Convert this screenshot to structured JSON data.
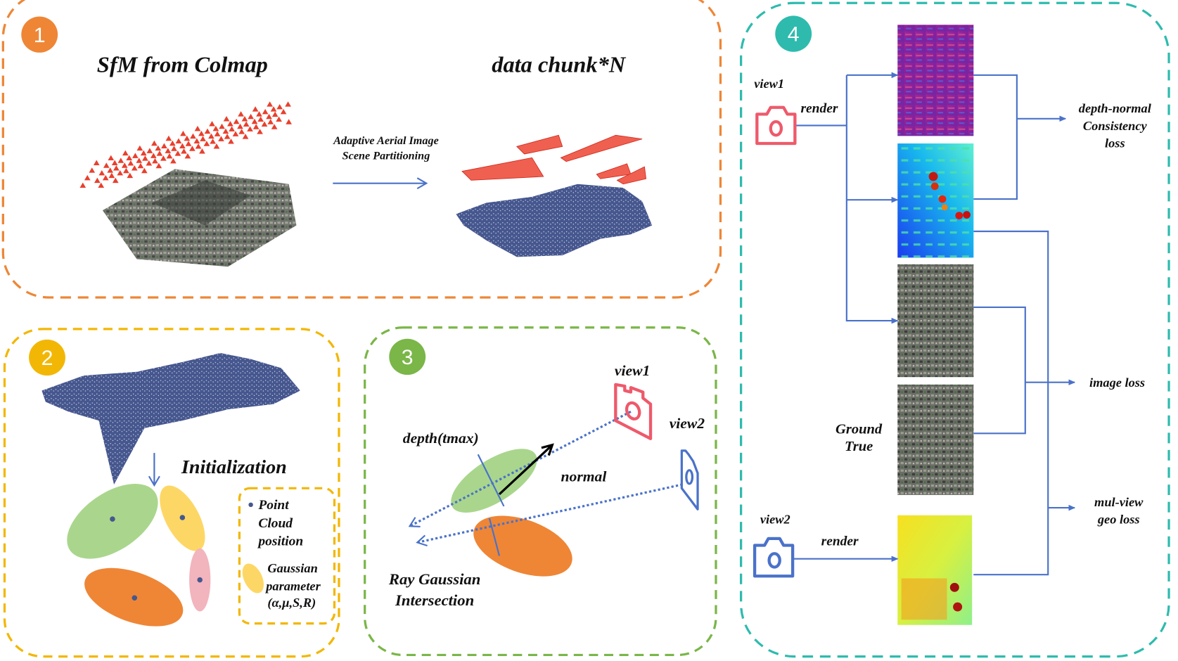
{
  "colors": {
    "panel1": "#EE8636",
    "panel2": "#F2B705",
    "panel3": "#7AB648",
    "panel4": "#2EBBAE",
    "arrow": "#4A72C9",
    "point_cloud": "#46578F",
    "camera_view1": "#EE5A6B",
    "camera_view2": "#4A72C9",
    "green_gaussian": "#A9D68C",
    "yellow_gaussian": "#FDD766",
    "orange_gaussian": "#EE8636",
    "pink_gaussian": "#F2B4BD"
  },
  "panel1": {
    "badge": "1",
    "title_left": "SfM from Colmap",
    "title_right": "data chunk*N",
    "arrow_label_line1": "Adaptive Aerial Image",
    "arrow_label_line2": "Scene Partitioning"
  },
  "panel2": {
    "badge": "2",
    "init_label": "Initialization",
    "legend": {
      "point_line1": "Point",
      "point_line2": "Cloud",
      "point_line3": "position",
      "gauss_line1": "Gaussian",
      "gauss_line2": "parameter",
      "gauss_line3": "(α,μ,S,R)"
    }
  },
  "panel3": {
    "badge": "3",
    "view1": "view1",
    "view2": "view2",
    "depth_label": "depth(tmax)",
    "normal_label": "normal",
    "ray_line1": "Ray Gaussian",
    "ray_line2": "Intersection"
  },
  "panel4": {
    "badge": "4",
    "view1": "view1",
    "view2": "view2",
    "render1": "render",
    "render2": "render",
    "gt_line1": "Ground",
    "gt_line2": "True",
    "loss_dn_line1": "depth-normal",
    "loss_dn_line2": "Consistency",
    "loss_dn_line3": "loss",
    "loss_image": "image loss",
    "loss_mv_line1": "mul-view",
    "loss_mv_line2": "geo loss"
  }
}
